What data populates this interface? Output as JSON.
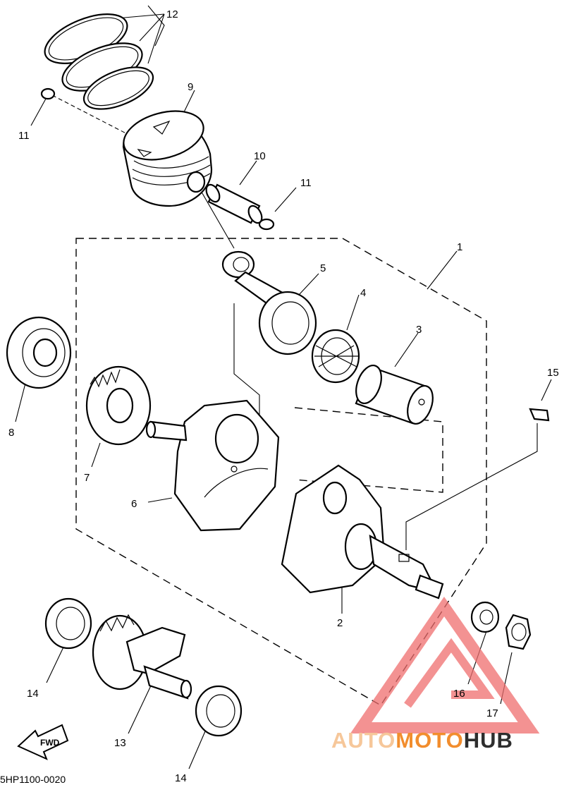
{
  "callouts": [
    {
      "num": "1"
    },
    {
      "num": "2"
    },
    {
      "num": "3"
    },
    {
      "num": "4"
    },
    {
      "num": "5"
    },
    {
      "num": "6"
    },
    {
      "num": "7"
    },
    {
      "num": "8"
    },
    {
      "num": "9"
    },
    {
      "num": "10"
    },
    {
      "num": "11"
    },
    {
      "num": "11"
    },
    {
      "num": "12"
    },
    {
      "num": "13"
    },
    {
      "num": "14"
    },
    {
      "num": "14"
    },
    {
      "num": "15"
    },
    {
      "num": "16"
    },
    {
      "num": "17"
    }
  ],
  "diagram_code": "5HP1100-0020",
  "fwd_label": "FWD",
  "watermark": {
    "word_1": "AUTO",
    "word_2": "MOTO",
    "word_3": "HUB",
    "color_light": "#f6c79a",
    "color_orange": "#f28d2d",
    "color_dark": "#2e2e2e",
    "logo_color": "#ef6d6d"
  }
}
